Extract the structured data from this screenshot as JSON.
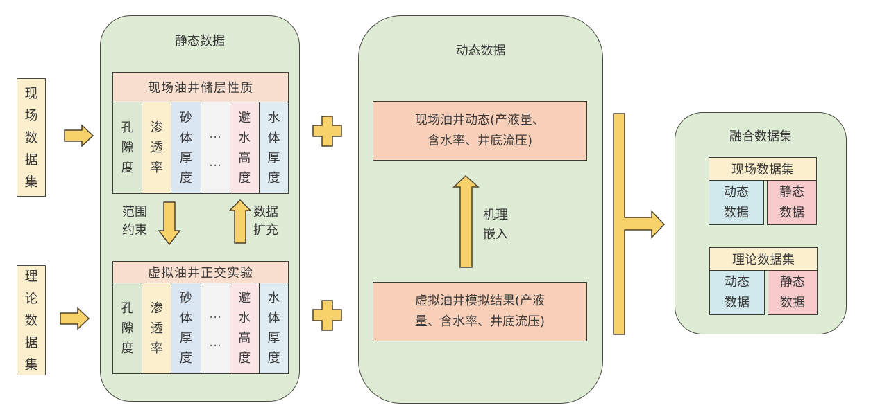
{
  "colors": {
    "panel_bg": "#deebd5",
    "label_bg": "#fcefcd",
    "header_bg": "#f9dfcf",
    "result_bg": "#f8cfb8",
    "arrow_fill": "#f7d26a",
    "col_green": "#dbe9d3",
    "col_yellow": "#fcefcd",
    "col_blue": "#dbe6f3",
    "col_gray": "#f3f3f3",
    "col_pink": "#fbe5e6",
    "col_lightblue": "#dfedf3",
    "dyn_cell": "#d1e8ec",
    "static_cell": "#f7cacc"
  },
  "inputs": {
    "field": "现场数据集",
    "theory": "理论数据集"
  },
  "static_panel": {
    "title": "静态数据",
    "field_table": {
      "header": "现场油井储层性质",
      "columns": [
        "孔隙度",
        "渗透率",
        "砂体厚度",
        "……",
        "避水高度",
        "水体厚度"
      ]
    },
    "virtual_table": {
      "header": "虚拟油井正交实验",
      "columns": [
        "孔隙度",
        "渗透率",
        "砂体厚度",
        "……",
        "避水高度",
        "水体厚度"
      ]
    },
    "down_label": [
      "范围",
      "约束"
    ],
    "up_label": [
      "数据",
      "扩充"
    ]
  },
  "dynamic_panel": {
    "title": "动态数据",
    "field_box": [
      "现场油井动态(产液量、",
      "含水率、井底流压)"
    ],
    "virtual_box": [
      "虚拟油井模拟结果(产液",
      "量、含水率、井底流压)"
    ],
    "arrow_label": [
      "机理",
      "嵌入"
    ]
  },
  "fusion_panel": {
    "title": "融合数据集",
    "groups": [
      {
        "header": "现场数据集",
        "dynamic": [
          "动态",
          "数据"
        ],
        "static": [
          "静态",
          "数据"
        ]
      },
      {
        "header": "理论数据集",
        "dynamic": [
          "动态",
          "数据"
        ],
        "static": [
          "静态",
          "数据"
        ]
      }
    ]
  }
}
